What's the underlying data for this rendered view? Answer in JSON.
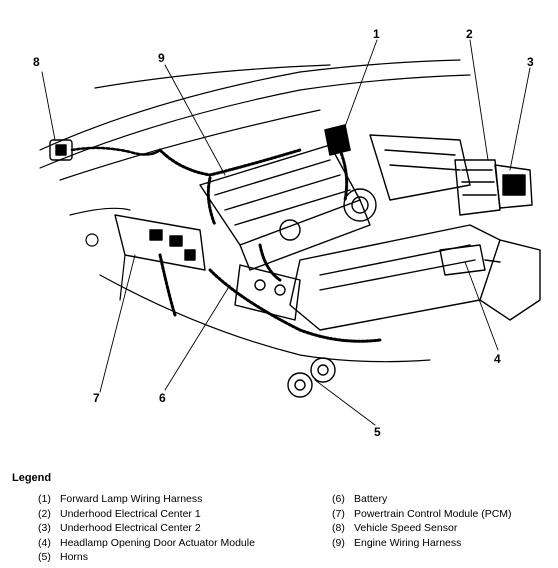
{
  "callouts": {
    "c1": "1",
    "c2": "2",
    "c3": "3",
    "c4": "4",
    "c5": "5",
    "c6": "6",
    "c7": "7",
    "c8": "8",
    "c9": "9"
  },
  "legend": {
    "title": "Legend",
    "left": [
      {
        "num": "(1)",
        "text": "Forward Lamp Wiring Harness"
      },
      {
        "num": "(2)",
        "text": "Underhood Electrical Center 1"
      },
      {
        "num": "(3)",
        "text": "Underhood Electrical Center 2"
      },
      {
        "num": "(4)",
        "text": "Headlamp Opening Door Actuator Module"
      },
      {
        "num": "(5)",
        "text": "Horns"
      }
    ],
    "right": [
      {
        "num": "(6)",
        "text": "Battery"
      },
      {
        "num": "(7)",
        "text": "Powertrain Control Module (PCM)"
      },
      {
        "num": "(8)",
        "text": "Vehicle Speed Sensor"
      },
      {
        "num": "(9)",
        "text": "Engine Wiring Harness"
      }
    ]
  }
}
